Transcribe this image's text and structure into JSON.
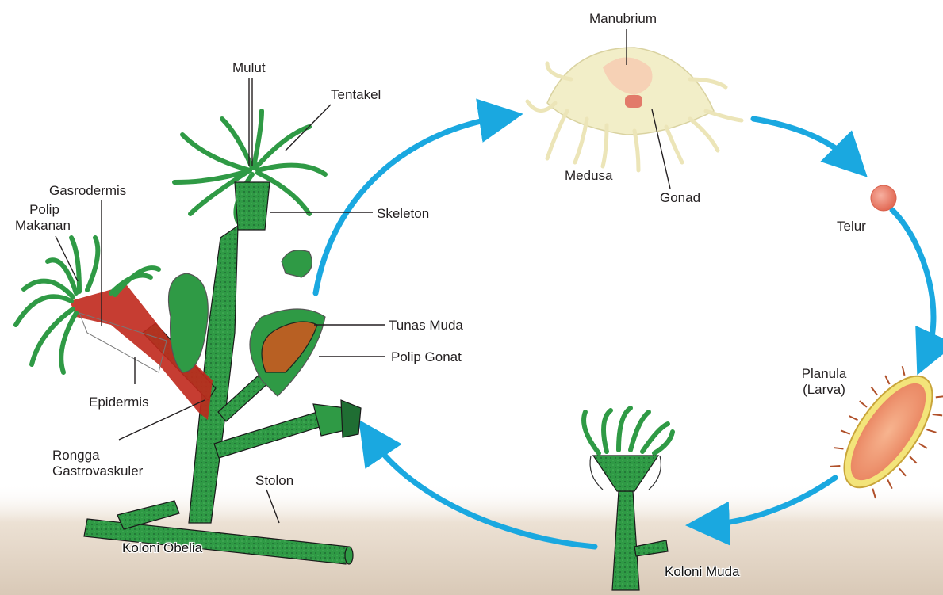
{
  "labels": {
    "manubrium": "Manubrium",
    "medusa": "Medusa",
    "gonad": "Gonad",
    "telur": "Telur",
    "mulut": "Mulut",
    "tentakel": "Tentakel",
    "gasrodermis": "Gasrodermis",
    "polip_line1": "Polip",
    "polip_line2": "Makanan",
    "skeleton": "Skeleton",
    "tunas_muda": "Tunas Muda",
    "polip_gonat": "Polip Gonat",
    "epidermis": "Epidermis",
    "rongga_line1": "Rongga",
    "rongga_line2": "Gastrovaskuler",
    "stolon": "Stolon",
    "koloni_obelia": "Koloni Obelia",
    "planula_line1": "Planula",
    "planula_line2": "(Larva)",
    "koloni_muda": "Koloni Muda"
  },
  "colors": {
    "arrow": "#1aa8e0",
    "polyp_green": "#2f9a45",
    "polyp_dark": "#1f6e33",
    "gastro_red": "#c0281c",
    "ground": "#e8dccf",
    "egg": "#f08c7a",
    "larva": "#f3a07a",
    "medusa": "#f2eec8"
  }
}
